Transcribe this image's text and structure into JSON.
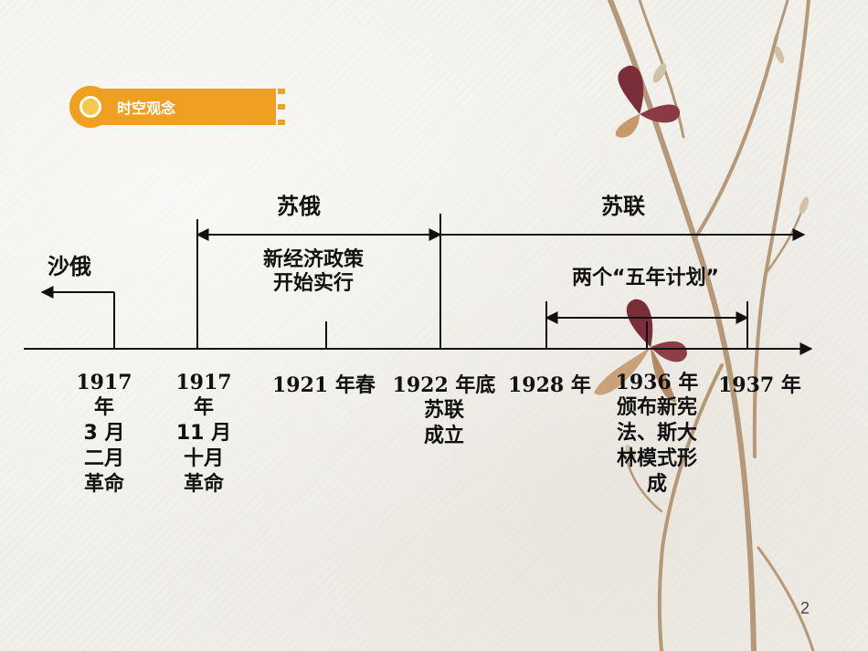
{
  "header": {
    "title": "时空观念"
  },
  "timeline": {
    "era_labels": {
      "tsarist": "沙俄",
      "soviet_russia": "苏俄",
      "soviet_union": "苏联"
    },
    "policy_labels": {
      "nep_line1": "新经济政策",
      "nep_line2": "开始实行",
      "five_year_plans": "两个“五年计划”"
    },
    "events": [
      {
        "year": "1917",
        "lines": [
          "年",
          "3 月",
          "二月",
          "革命"
        ]
      },
      {
        "year": "1917",
        "lines": [
          "年",
          "11 月",
          "十月",
          "革命"
        ]
      },
      {
        "year": "1921 年春",
        "lines": []
      },
      {
        "year": "1922 年底",
        "lines": [
          "苏联",
          "成立"
        ]
      },
      {
        "year": "1928 年",
        "lines": []
      },
      {
        "year": "1936 年",
        "lines": [
          "颁布新宪",
          "法、斯大",
          "林模式形",
          "成"
        ]
      },
      {
        "year": "1937 年",
        "lines": []
      }
    ]
  },
  "page_number": "2",
  "colors": {
    "accent": "#f0a020",
    "ink": "#111111"
  }
}
